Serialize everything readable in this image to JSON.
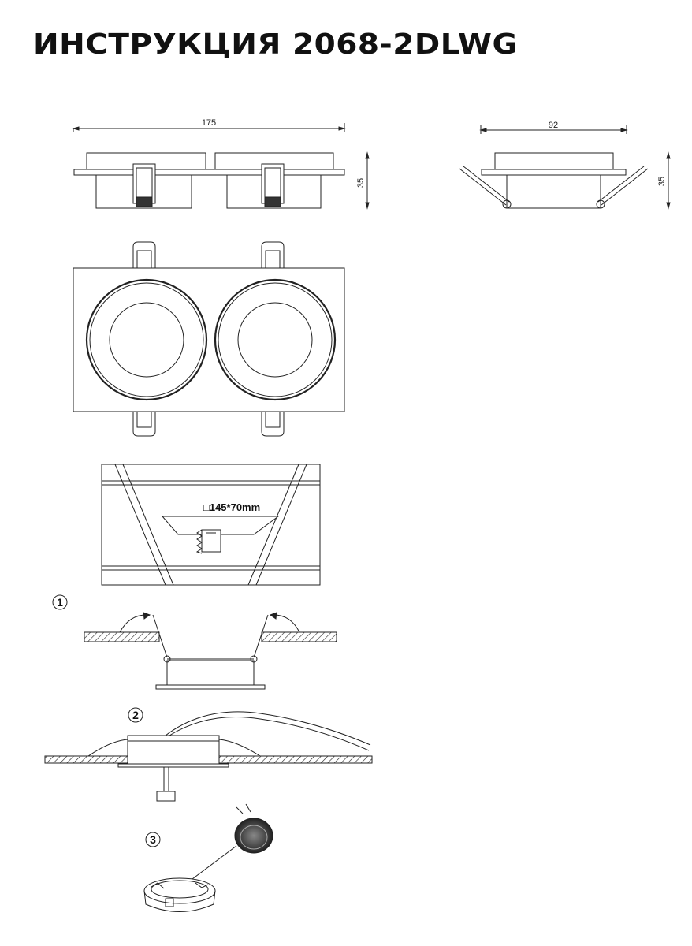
{
  "title": "ИНСТРУКЦИЯ 2068-2DLWG",
  "front_view": {
    "width_label": "175",
    "height_label": "35"
  },
  "side_view": {
    "width_label": "92",
    "height_label": "35"
  },
  "cutout": {
    "label": "□145*70mm"
  },
  "steps": [
    "1",
    "2",
    "3"
  ]
}
